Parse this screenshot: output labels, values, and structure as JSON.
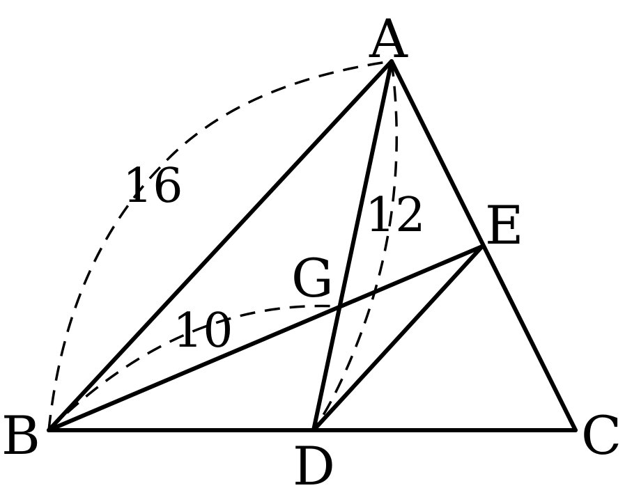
{
  "points": {
    "A": "A",
    "B": "B",
    "C": "C",
    "D": "D",
    "E": "E",
    "G": "G"
  },
  "measures": {
    "arc_BA": "16",
    "arc_AD": "12",
    "arc_BG": "10"
  }
}
